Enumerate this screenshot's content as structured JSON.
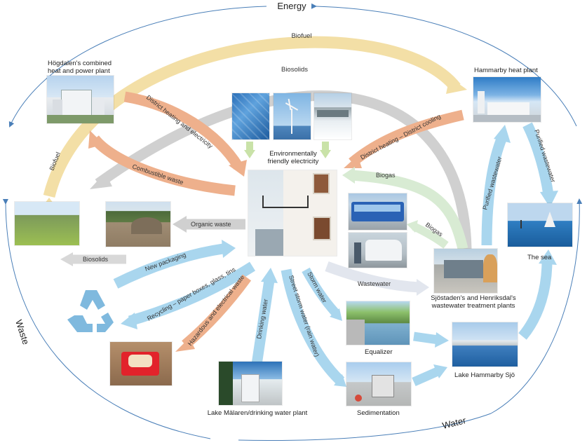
{
  "cycles": {
    "energy": "Energy",
    "waste": "Waste",
    "water": "Water"
  },
  "nodes": {
    "hogdalen": "Högdalen's combined heat and power plant",
    "hammarby_heat": "Hammarby heat plant",
    "friendly_electricity": "Environmentally friendly electricity",
    "the_sea": "The sea",
    "wastewater_plants": "Sjöstaden's and Henriksdal's wastewater treatment plants",
    "equalizer": "Equalizer",
    "lake_hammarby": "Lake Hammarby Sjö",
    "sedimentation": "Sedimentation",
    "lake_malaren": "Lake Mälaren/drinking water plant"
  },
  "flows": {
    "biofuel_top": "Biofuel",
    "biosolids_top": "Biosolids",
    "district_heating_electricity": "District heating and electricity",
    "combustible_waste": "Combustible waste",
    "district_heating_cooling": "District heating – District cooling",
    "biofuel_left": "Biofuel",
    "biogas_top": "Biogas",
    "biogas_lower": "Biogas",
    "organic_waste": "Organic waste",
    "biosolids_left": "Biosolids",
    "new_packaging": "New packaging",
    "recycling": "Recycling – paper boxes, glass, tins",
    "hazardous": "Hazardous and electrical waste",
    "drinking_water": "Drinking water",
    "street_storm": "Street storm water (rain water)",
    "storm_water": "Storm water",
    "wastewater": "Wastewater",
    "purified_up": "Purified wastewater",
    "purified_down": "Purified wastewater"
  },
  "colors": {
    "energy_yellow": "#f3dfa6",
    "orange_heat": "#eeb08c",
    "gray_solids": "#cfcfcf",
    "water_blue": "#a9d6ee",
    "green_biogas": "#cfe6c9",
    "recycle_blue": "#7fb9de",
    "cycle_line": "#4a7fb8"
  }
}
